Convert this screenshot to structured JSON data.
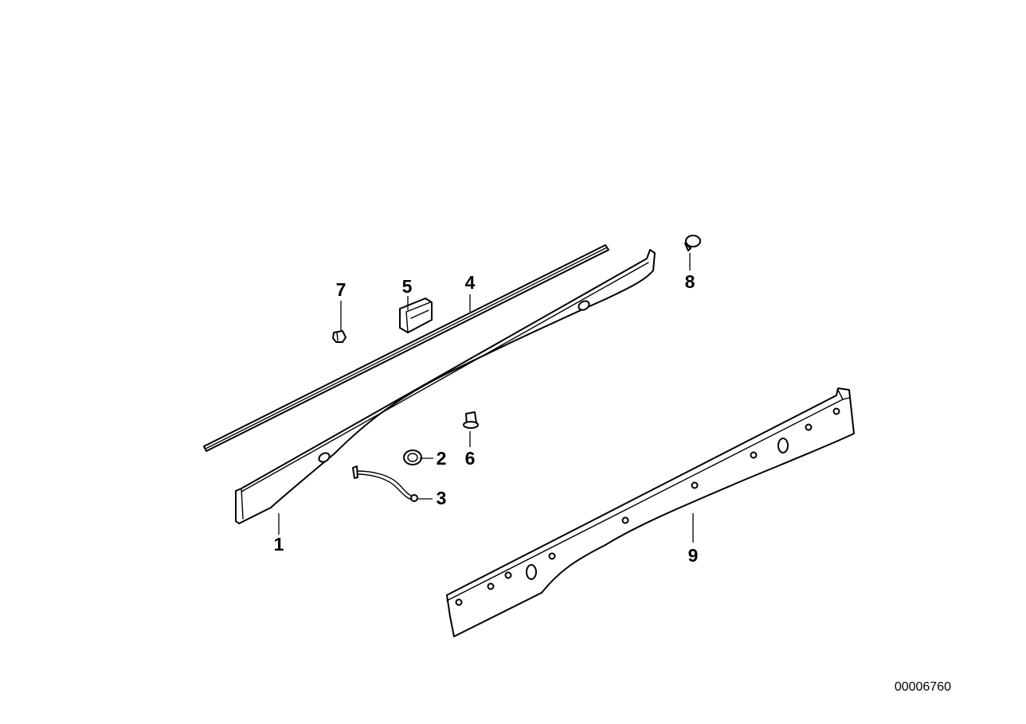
{
  "diagram_id": "00006760",
  "callouts": [
    {
      "id": "1",
      "label": "1"
    },
    {
      "id": "2",
      "label": "2"
    },
    {
      "id": "3",
      "label": "3"
    },
    {
      "id": "4",
      "label": "4"
    },
    {
      "id": "5",
      "label": "5"
    },
    {
      "id": "6",
      "label": "6"
    },
    {
      "id": "7",
      "label": "7"
    },
    {
      "id": "8",
      "label": "8"
    },
    {
      "id": "9",
      "label": "9"
    }
  ]
}
